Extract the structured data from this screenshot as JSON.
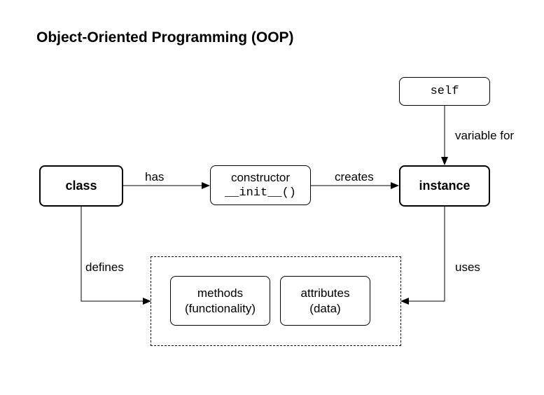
{
  "title": "Object-Oriented Programming (OOP)",
  "nodes": {
    "self": {
      "label": "self"
    },
    "class": {
      "label": "class"
    },
    "constructor": {
      "line1": "constructor",
      "line2": "__init__()"
    },
    "instance": {
      "label": "instance"
    },
    "methods": {
      "line1": "methods",
      "line2": "(functionality)"
    },
    "attributes": {
      "line1": "attributes",
      "line2": "(data)"
    }
  },
  "edges": {
    "has": "has",
    "creates": "creates",
    "variable_for": "variable for",
    "defines": "defines",
    "uses": "uses"
  },
  "colors": {
    "stroke": "#000000",
    "background": "#ffffff"
  }
}
